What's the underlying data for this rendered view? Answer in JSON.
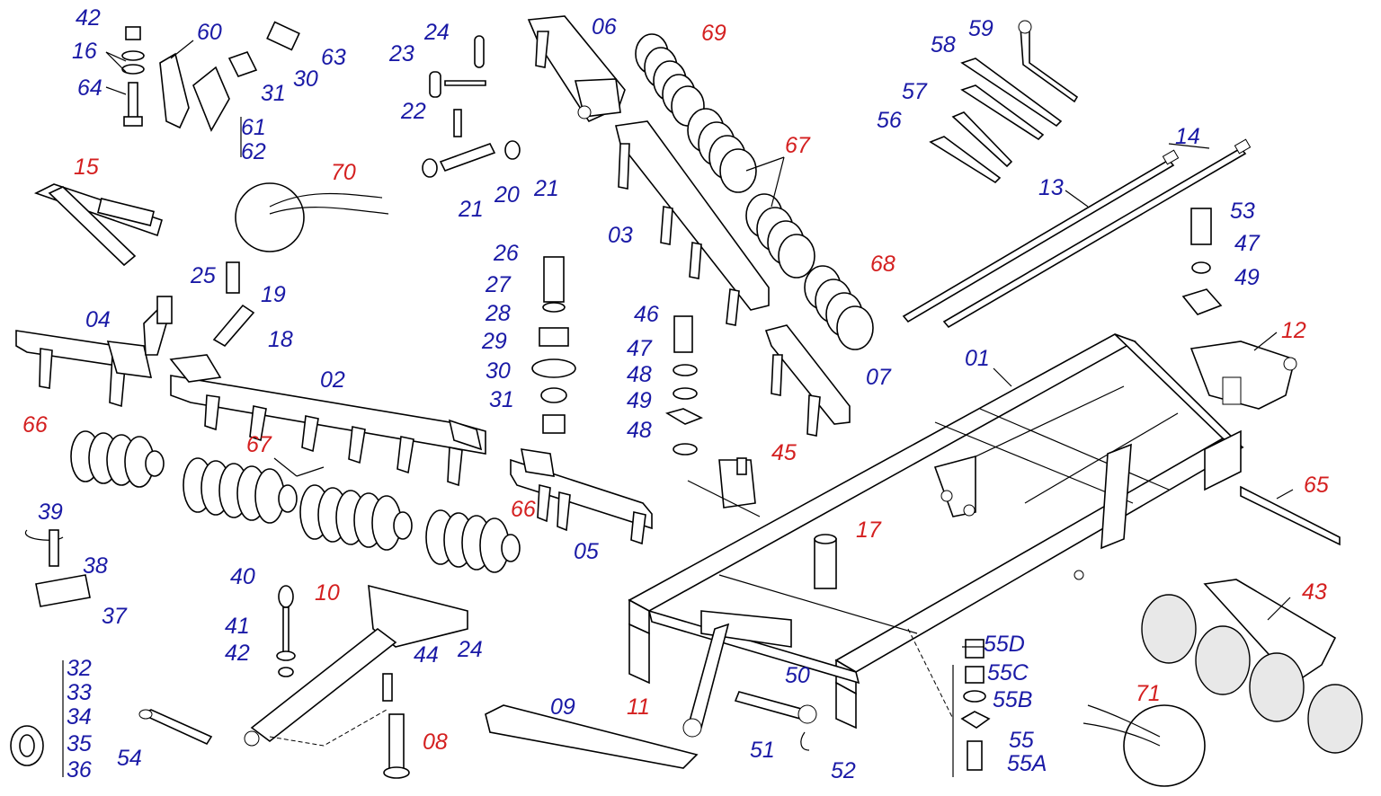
{
  "colors": {
    "blue_label": "#1a1aa6",
    "red_label": "#d42020",
    "line": "#000000"
  },
  "labels": [
    {
      "id": "42a",
      "text": "42",
      "color": "blue"
    },
    {
      "id": "16",
      "text": "16",
      "color": "blue"
    },
    {
      "id": "64",
      "text": "64",
      "color": "blue"
    },
    {
      "id": "60",
      "text": "60",
      "color": "blue"
    },
    {
      "id": "31a",
      "text": "31",
      "color": "blue"
    },
    {
      "id": "30a",
      "text": "30",
      "color": "blue"
    },
    {
      "id": "63",
      "text": "63",
      "color": "blue"
    },
    {
      "id": "61",
      "text": "61",
      "color": "blue"
    },
    {
      "id": "62",
      "text": "62",
      "color": "blue"
    },
    {
      "id": "24a",
      "text": "24",
      "color": "blue"
    },
    {
      "id": "23",
      "text": "23",
      "color": "blue"
    },
    {
      "id": "06",
      "text": "06",
      "color": "blue"
    },
    {
      "id": "22",
      "text": "22",
      "color": "blue"
    },
    {
      "id": "21a",
      "text": "21",
      "color": "blue"
    },
    {
      "id": "20",
      "text": "20",
      "color": "blue"
    },
    {
      "id": "21b",
      "text": "21",
      "color": "blue"
    },
    {
      "id": "69",
      "text": "69",
      "color": "red"
    },
    {
      "id": "67a",
      "text": "67",
      "color": "red"
    },
    {
      "id": "03",
      "text": "03",
      "color": "blue"
    },
    {
      "id": "68",
      "text": "68",
      "color": "red"
    },
    {
      "id": "07",
      "text": "07",
      "color": "blue"
    },
    {
      "id": "59",
      "text": "59",
      "color": "blue"
    },
    {
      "id": "58",
      "text": "58",
      "color": "blue"
    },
    {
      "id": "57",
      "text": "57",
      "color": "blue"
    },
    {
      "id": "56",
      "text": "56",
      "color": "blue"
    },
    {
      "id": "14",
      "text": "14",
      "color": "blue"
    },
    {
      "id": "13",
      "text": "13",
      "color": "blue"
    },
    {
      "id": "53",
      "text": "53",
      "color": "blue"
    },
    {
      "id": "47a",
      "text": "47",
      "color": "blue"
    },
    {
      "id": "49a",
      "text": "49",
      "color": "blue"
    },
    {
      "id": "12",
      "text": "12",
      "color": "red"
    },
    {
      "id": "15",
      "text": "15",
      "color": "red"
    },
    {
      "id": "70",
      "text": "70",
      "color": "red"
    },
    {
      "id": "25",
      "text": "25",
      "color": "blue"
    },
    {
      "id": "19",
      "text": "19",
      "color": "blue"
    },
    {
      "id": "18",
      "text": "18",
      "color": "blue"
    },
    {
      "id": "04",
      "text": "04",
      "color": "blue"
    },
    {
      "id": "02",
      "text": "02",
      "color": "blue"
    },
    {
      "id": "26",
      "text": "26",
      "color": "blue"
    },
    {
      "id": "27",
      "text": "27",
      "color": "blue"
    },
    {
      "id": "28",
      "text": "28",
      "color": "blue"
    },
    {
      "id": "29",
      "text": "29",
      "color": "blue"
    },
    {
      "id": "30b",
      "text": "30",
      "color": "blue"
    },
    {
      "id": "31b",
      "text": "31",
      "color": "blue"
    },
    {
      "id": "46",
      "text": "46",
      "color": "blue"
    },
    {
      "id": "47b",
      "text": "47",
      "color": "blue"
    },
    {
      "id": "48a",
      "text": "48",
      "color": "blue"
    },
    {
      "id": "49b",
      "text": "49",
      "color": "blue"
    },
    {
      "id": "48b",
      "text": "48",
      "color": "blue"
    },
    {
      "id": "45",
      "text": "45",
      "color": "red"
    },
    {
      "id": "01",
      "text": "01",
      "color": "blue"
    },
    {
      "id": "66a",
      "text": "66",
      "color": "red"
    },
    {
      "id": "67b",
      "text": "67",
      "color": "red"
    },
    {
      "id": "66b",
      "text": "66",
      "color": "red"
    },
    {
      "id": "05",
      "text": "05",
      "color": "blue"
    },
    {
      "id": "17",
      "text": "17",
      "color": "red"
    },
    {
      "id": "65",
      "text": "65",
      "color": "red"
    },
    {
      "id": "39",
      "text": "39",
      "color": "blue"
    },
    {
      "id": "38",
      "text": "38",
      "color": "blue"
    },
    {
      "id": "37",
      "text": "37",
      "color": "blue"
    },
    {
      "id": "40",
      "text": "40",
      "color": "blue"
    },
    {
      "id": "10",
      "text": "10",
      "color": "red"
    },
    {
      "id": "41",
      "text": "41",
      "color": "blue"
    },
    {
      "id": "42b",
      "text": "42",
      "color": "blue"
    },
    {
      "id": "44",
      "text": "44",
      "color": "blue"
    },
    {
      "id": "24b",
      "text": "24",
      "color": "blue"
    },
    {
      "id": "43",
      "text": "43",
      "color": "red"
    },
    {
      "id": "50",
      "text": "50",
      "color": "blue"
    },
    {
      "id": "55D",
      "text": "55D",
      "color": "blue"
    },
    {
      "id": "55C",
      "text": "55C",
      "color": "blue"
    },
    {
      "id": "55B",
      "text": "55B",
      "color": "blue"
    },
    {
      "id": "55",
      "text": "55",
      "color": "blue"
    },
    {
      "id": "55A",
      "text": "55A",
      "color": "blue"
    },
    {
      "id": "71",
      "text": "71",
      "color": "red"
    },
    {
      "id": "32",
      "text": "32",
      "color": "blue"
    },
    {
      "id": "33",
      "text": "33",
      "color": "blue"
    },
    {
      "id": "34",
      "text": "34",
      "color": "blue"
    },
    {
      "id": "35",
      "text": "35",
      "color": "blue"
    },
    {
      "id": "36",
      "text": "36",
      "color": "blue"
    },
    {
      "id": "54",
      "text": "54",
      "color": "blue"
    },
    {
      "id": "09",
      "text": "09",
      "color": "blue"
    },
    {
      "id": "11",
      "text": "11",
      "color": "red"
    },
    {
      "id": "51",
      "text": "51",
      "color": "blue"
    },
    {
      "id": "52",
      "text": "52",
      "color": "blue"
    },
    {
      "id": "08",
      "text": "08",
      "color": "red"
    }
  ]
}
